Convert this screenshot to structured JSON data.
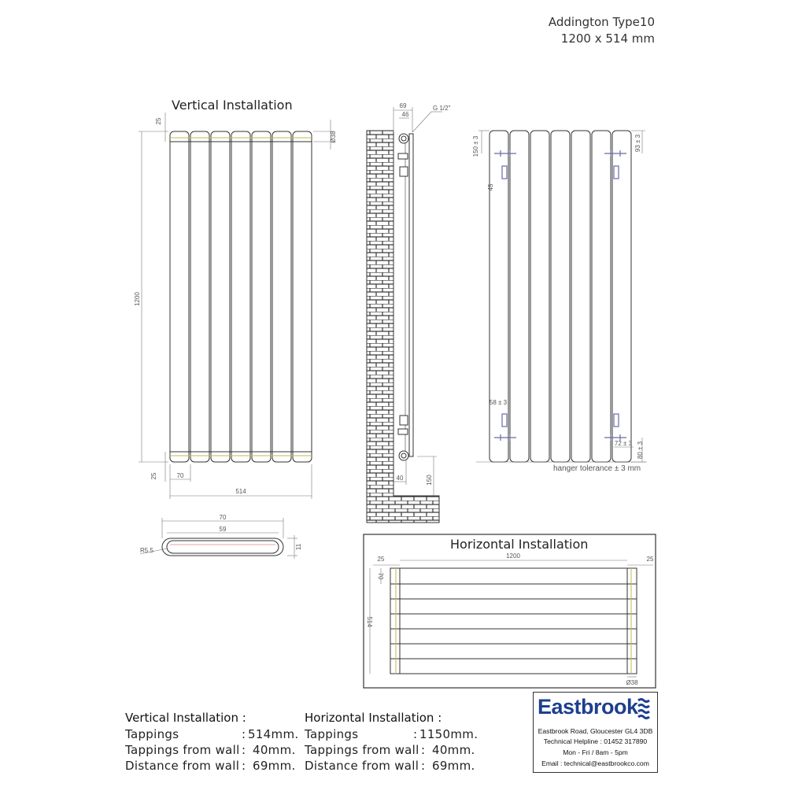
{
  "header": {
    "product": "Addington Type10",
    "size": "1200 x 514 mm"
  },
  "views": {
    "vertical_heading": "Vertical Installation",
    "horizontal_heading": "Horizontal Installation"
  },
  "dimensions": {
    "front_top": "25",
    "front_bottom": "25",
    "front_height": "1200",
    "front_pipe": "Ø38",
    "front_pitch": "70",
    "front_width": "514",
    "side_depth": "69",
    "side_center": "46",
    "side_thread": "G 1/2\"",
    "side_wall": "40",
    "side_floor": "150",
    "back_top_hanger": "150 ± 3",
    "back_top_right": "93 ± 3",
    "back_hook_gap": "45",
    "back_bottom_left": "58 ± 3",
    "back_bottom_right1": "72 ± 3",
    "back_bottom_right2": "80 ± 3",
    "back_tolerance": "hanger tolerance ± 3 mm",
    "profile_outer": "70",
    "profile_inner": "59",
    "profile_radius": "R5.5",
    "profile_thickness": "11",
    "horiz_width": "1200",
    "horiz_left": "25",
    "horiz_right": "25",
    "horiz_height": "514",
    "horiz_pitch": "70",
    "horiz_pipe": "Ø38"
  },
  "specs": {
    "vertical": {
      "heading": "Vertical Installation :",
      "rows": [
        {
          "label": "Tappings",
          "sep": ":",
          "value": "514mm."
        },
        {
          "label": "Tappings from wall",
          "sep": ":",
          "value": "40mm."
        },
        {
          "label": "Distance from wall",
          "sep": ":",
          "value": "69mm."
        }
      ]
    },
    "horizontal": {
      "heading": "Horizontal Installation :",
      "rows": [
        {
          "label": "Tappings",
          "sep": ":",
          "value": "1150mm."
        },
        {
          "label": "Tappings from wall",
          "sep": ":",
          "value": "40mm."
        },
        {
          "label": "Distance from wall",
          "sep": ":",
          "value": "69mm."
        }
      ]
    }
  },
  "company": {
    "name": "Eastbrook",
    "address": "Eastbrook Road, Gloucester GL4 3DB",
    "helpline": "Technical Helpline : 01452 317890",
    "hours": "Mon - Fri / 8am - 5pm",
    "email": "Email : technical@eastbrookco.com",
    "brand_color": "#1e3f8f",
    "icon": "waves-icon"
  }
}
